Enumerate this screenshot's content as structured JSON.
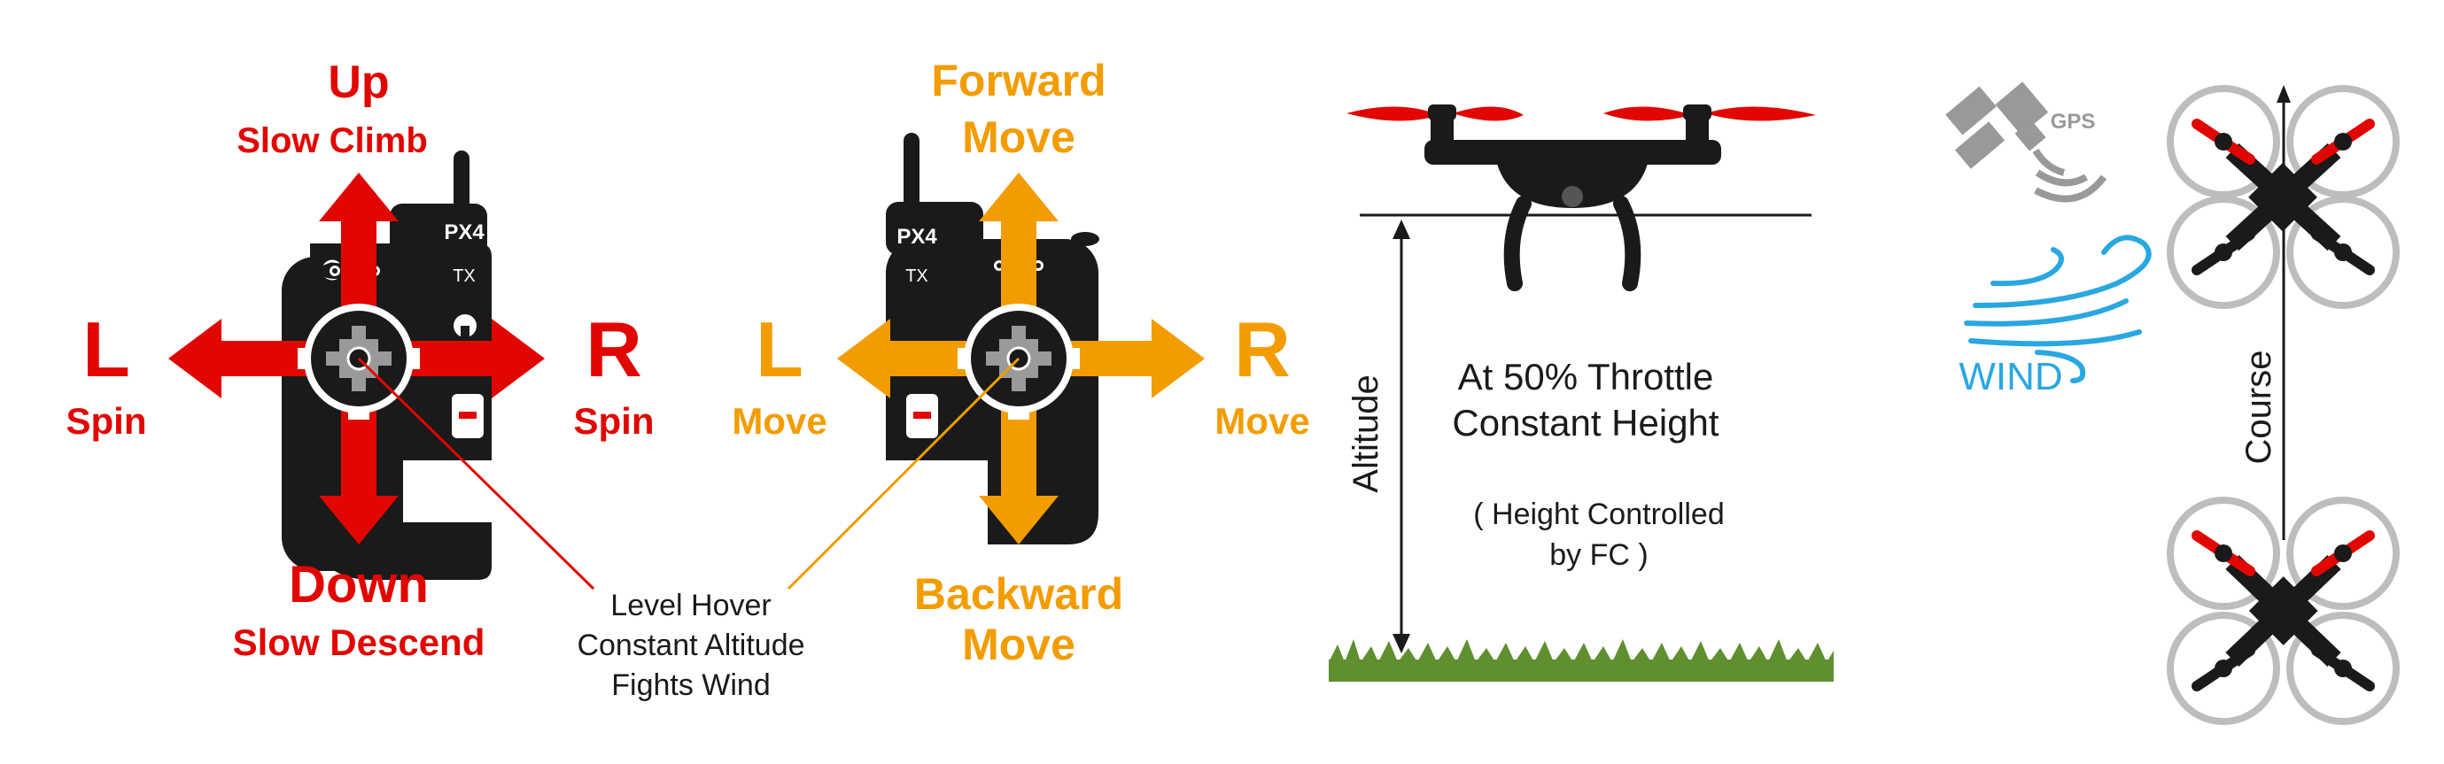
{
  "colors": {
    "red": "#e10600",
    "orange": "#f39c00",
    "black": "#1a1a1a",
    "grass": "#5f8f2f",
    "wind": "#29a7e0",
    "gps_gray": "#999999",
    "quad_ring": "#bdbdbd"
  },
  "left_stick": {
    "up_label": "Up",
    "up_sub": "Slow Climb",
    "down_label": "Down",
    "down_sub": "Slow Descend",
    "left_label": "L",
    "left_sub": "Spin",
    "right_label": "R",
    "right_sub": "Spin"
  },
  "right_stick": {
    "up_label": "Forward",
    "up_sub": "Move",
    "down_label": "Backward",
    "down_sub": "Move",
    "left_label": "L",
    "left_sub": "Move",
    "right_label": "R",
    "right_sub": "Move"
  },
  "transmitter": {
    "brand": "PX4",
    "model": "TX"
  },
  "hover_note": {
    "line1": "Level Hover",
    "line2": "Constant Altitude",
    "line3": "Fights Wind"
  },
  "altitude_panel": {
    "axis_label": "Altitude",
    "line1": "At 50% Throttle",
    "line2": "Constant Height",
    "line3": "( Height Controlled",
    "line4": "by FC )"
  },
  "gps_panel": {
    "gps_label": "GPS",
    "wind_label": "WIND",
    "course_label": "Course"
  },
  "icons": [
    "transmitter-icon",
    "drone-icon",
    "satellite-icon",
    "wind-icon",
    "quadcopter-icon",
    "grass-icon"
  ]
}
